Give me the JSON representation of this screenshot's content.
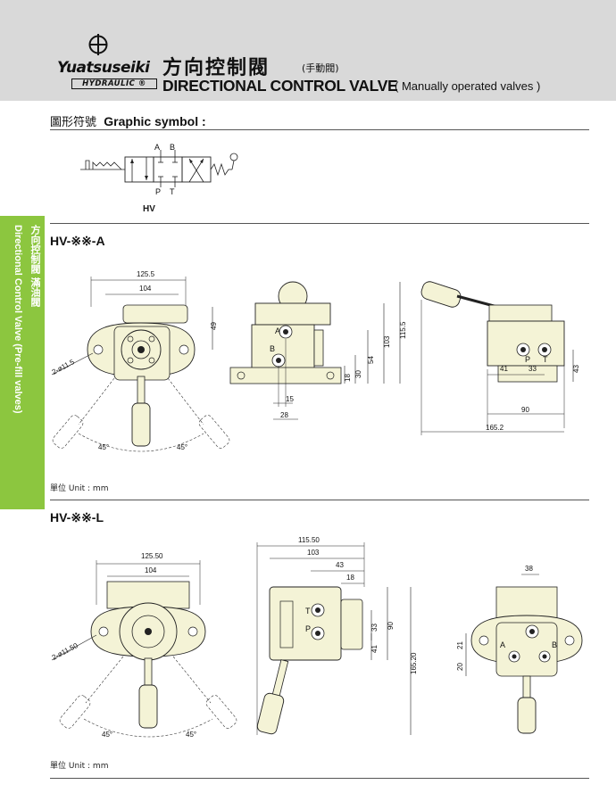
{
  "brand": {
    "name": "Yuatsuseiki",
    "sub": "HYDRAULIC",
    "reg": "®"
  },
  "title": {
    "cn": "方向控制閥",
    "cn_sub": "(手動閥)",
    "en": "DIRECTIONAL CONTROL VALVE",
    "en_sub": "( Manually operated valves )"
  },
  "graphic_symbol": {
    "title_cn": "圖形符號",
    "title_en": "Graphic symbol :",
    "ports_top": [
      "A",
      "B"
    ],
    "ports_bottom": [
      "P",
      "T"
    ],
    "label": "HV"
  },
  "side_tab": {
    "cn": "方向控制閥 滿油閥",
    "en": "Directional Control Valve (Pre-fill valves)"
  },
  "colors": {
    "accent": "#8cc63f",
    "header": "#d9d9d9",
    "body_fill": "#f4f3d6"
  },
  "section_a": {
    "model": "HV-※※-A",
    "unit": "單位 Unit : mm",
    "front": {
      "d1": "125.5",
      "d2": "104",
      "d3": "49",
      "hole": "2-ø11.5",
      "ang1": "45°",
      "ang2": "45°"
    },
    "side": {
      "port_a": "A",
      "port_b": "B",
      "d1": "103",
      "d2": "115.5",
      "d3": "54",
      "d4": "30",
      "d5": "18",
      "d6": "15",
      "d7": "28"
    },
    "rear": {
      "port_p": "P",
      "port_t": "T",
      "d1": "43",
      "d2": "41",
      "d3": "33",
      "d4": "90",
      "d5": "165.2"
    }
  },
  "section_l": {
    "model": "HV-※※-L",
    "unit": "單位 Unit : mm",
    "front": {
      "d1": "125.50",
      "d2": "104",
      "hole": "2-ø11.50",
      "ang1": "45°",
      "ang2": "45°"
    },
    "side": {
      "port_t": "T",
      "port_p": "P",
      "d1": "115.50",
      "d2": "103",
      "d3": "43",
      "d4": "18",
      "d5": "33",
      "d6": "41",
      "d7": "90",
      "d8": "165.20"
    },
    "rear": {
      "port_a": "A",
      "port_b": "B",
      "d1": "38",
      "d2": "21",
      "d3": "20"
    }
  }
}
